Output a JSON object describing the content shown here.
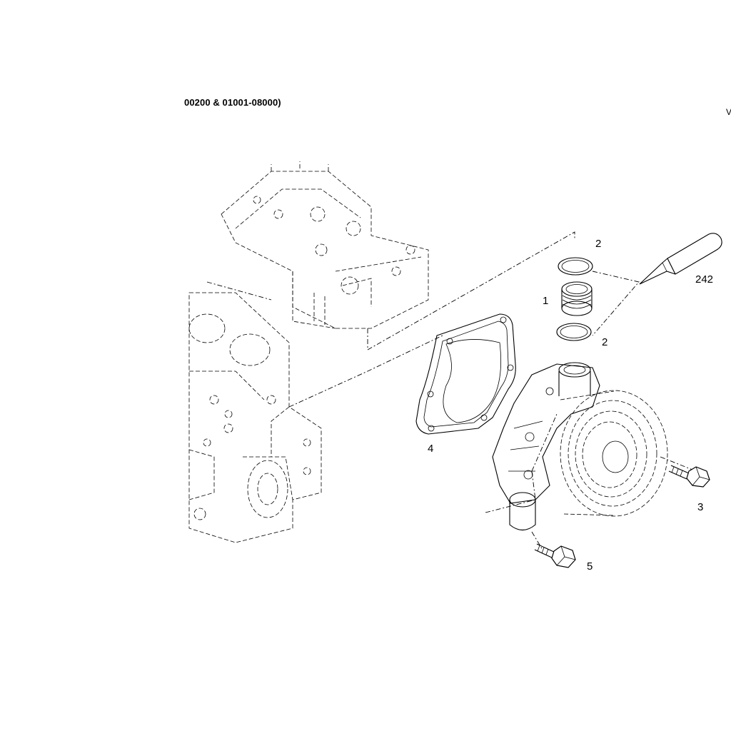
{
  "header": {
    "title": "00200 & 01001-08000)",
    "corner_mark": "V"
  },
  "callouts": [
    {
      "id": "1",
      "text": "1"
    },
    {
      "id": "2a",
      "text": "2"
    },
    {
      "id": "2b",
      "text": "2"
    },
    {
      "id": "3",
      "text": "3"
    },
    {
      "id": "4",
      "text": "4"
    },
    {
      "id": "5",
      "text": "5"
    },
    {
      "id": "242",
      "text": "242"
    }
  ]
}
